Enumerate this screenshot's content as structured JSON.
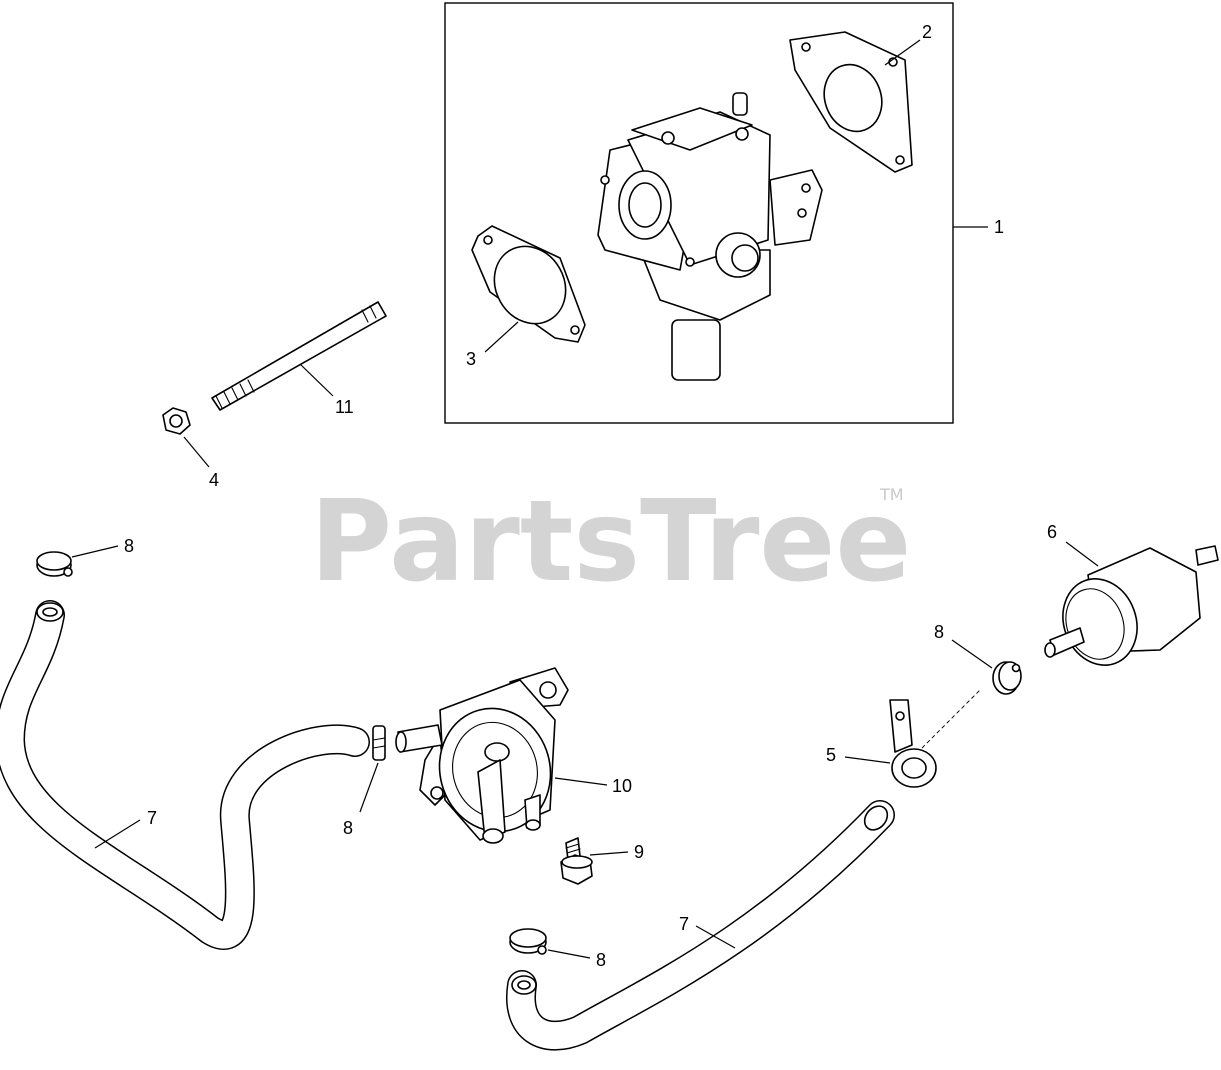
{
  "watermark": {
    "text": "PartsTree",
    "trademark": "TM"
  },
  "callouts": [
    {
      "id": "c1",
      "label": "1"
    },
    {
      "id": "c2",
      "label": "2"
    },
    {
      "id": "c3",
      "label": "3"
    },
    {
      "id": "c4",
      "label": "4"
    },
    {
      "id": "c5",
      "label": "5"
    },
    {
      "id": "c6",
      "label": "6"
    },
    {
      "id": "c7a",
      "label": "7"
    },
    {
      "id": "c7b",
      "label": "7"
    },
    {
      "id": "c8a",
      "label": "8"
    },
    {
      "id": "c8b",
      "label": "8"
    },
    {
      "id": "c8c",
      "label": "8"
    },
    {
      "id": "c8d",
      "label": "8"
    },
    {
      "id": "c9",
      "label": "9"
    },
    {
      "id": "c10",
      "label": "10"
    },
    {
      "id": "c11",
      "label": "11"
    }
  ]
}
